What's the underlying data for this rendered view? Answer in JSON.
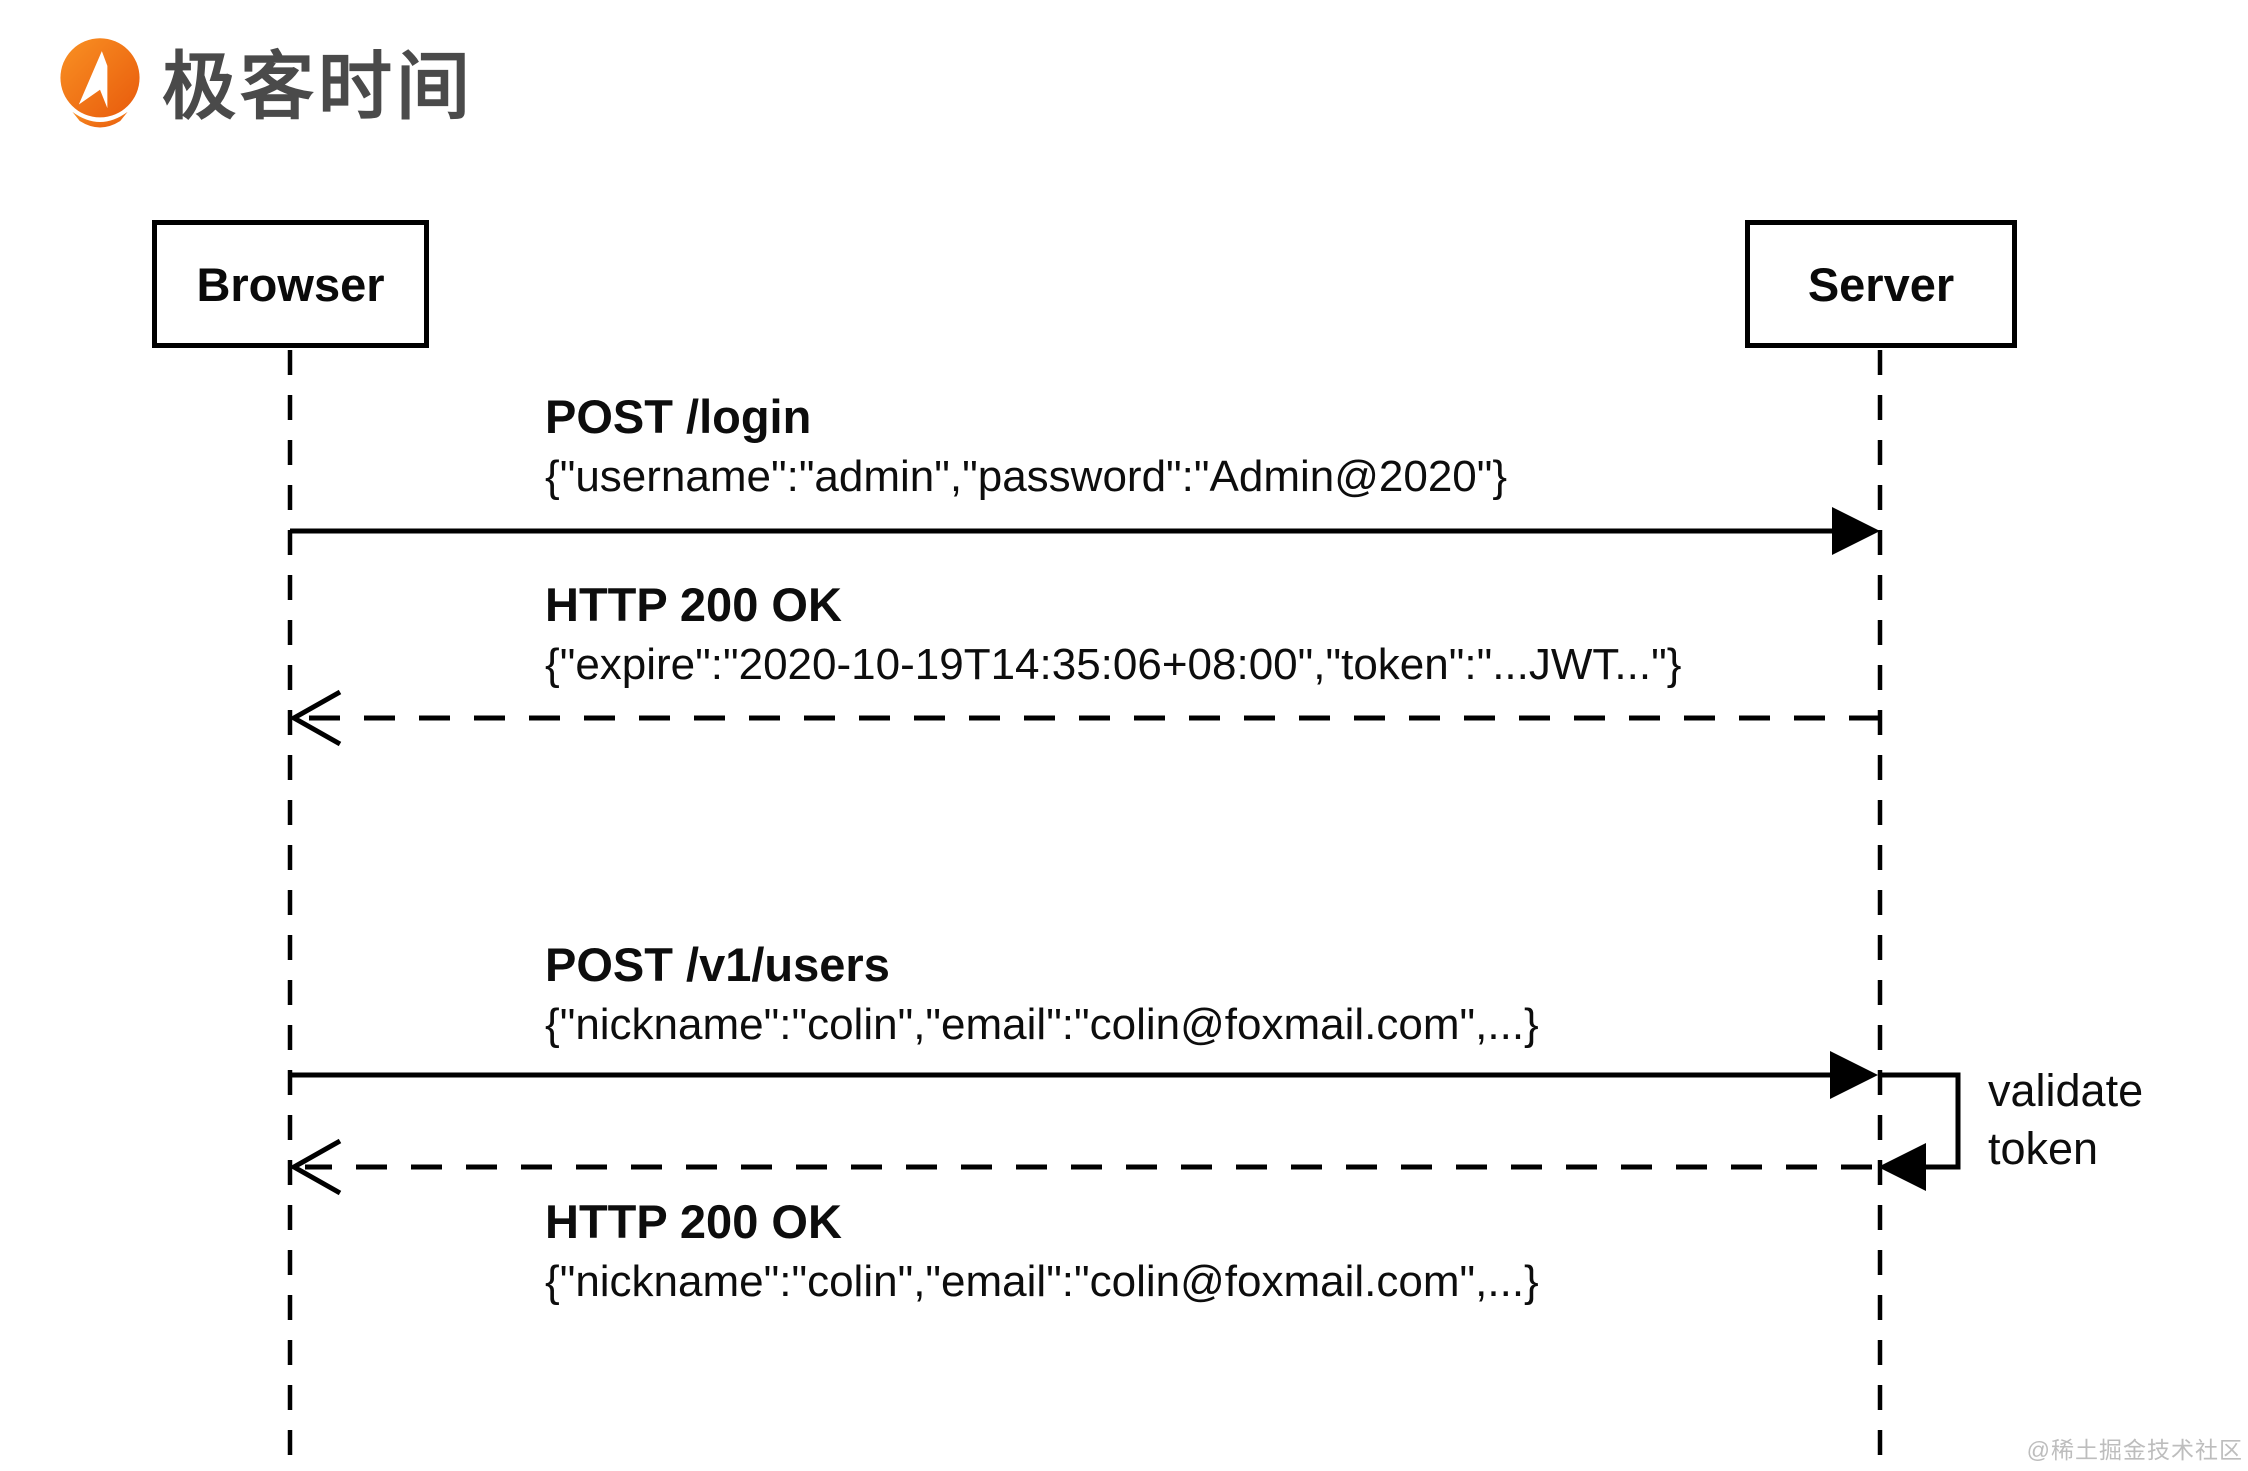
{
  "logo": {
    "text": "极客时间",
    "icon": "geektime-pin-icon",
    "orange_start": "#f99123",
    "orange_end": "#e85a0c",
    "text_color": "#4a4a4a"
  },
  "participants": [
    {
      "label": "Browser"
    },
    {
      "label": "Server"
    }
  ],
  "messages": [
    {
      "title": "POST /login",
      "payload": "{\"username\":\"admin\",\"password\":\"Admin@2020\"}",
      "from": "Browser",
      "to": "Server",
      "line_style": "solid"
    },
    {
      "title": "HTTP 200 OK",
      "payload": "{\"expire\":\"2020-10-19T14:35:06+08:00\",\"token\":\"...JWT...\"}",
      "from": "Server",
      "to": "Browser",
      "line_style": "dashed"
    },
    {
      "title": "POST /v1/users",
      "payload": "{\"nickname\":\"colin\",\"email\":\"colin@foxmail.com\",...}",
      "from": "Browser",
      "to": "Server",
      "line_style": "solid"
    },
    {
      "title": "HTTP 200 OK",
      "payload": "{\"nickname\":\"colin\",\"email\":\"colin@foxmail.com\",...}",
      "from": "Server",
      "to": "Browser",
      "line_style": "dashed"
    }
  ],
  "self_message": {
    "label": "validate token",
    "participant": "Server"
  },
  "watermark": {
    "text": "@稀土掘金技术社区"
  },
  "colors": {
    "line": "#000000",
    "text": "#0d0d0d",
    "background": "#ffffff",
    "watermark": "#bdbdbd"
  }
}
